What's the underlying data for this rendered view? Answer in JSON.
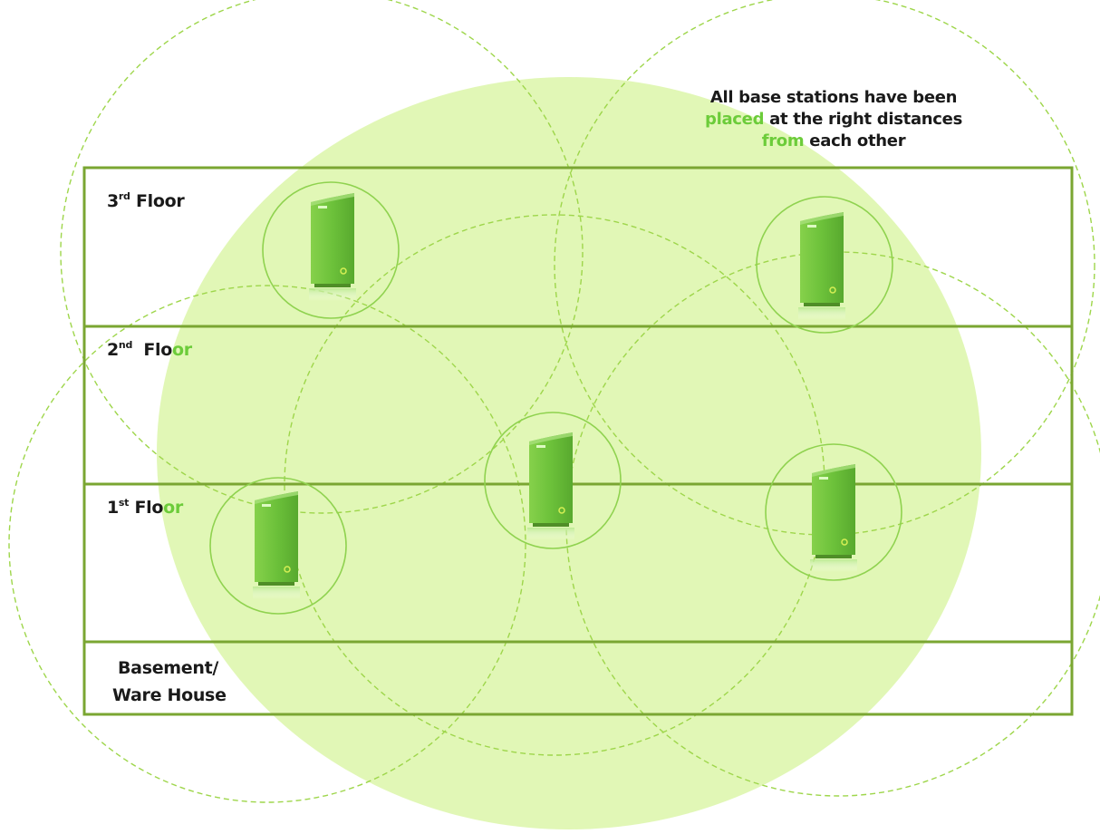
{
  "floors": [
    {
      "ord": "3",
      "sup": "rd",
      "word": "Floor"
    },
    {
      "ord": "2",
      "sup": "nd",
      "word_a": "Flo",
      "word_b": "or"
    },
    {
      "ord": "1",
      "sup": "st",
      "word_a": "Flo",
      "word_b": "or"
    }
  ],
  "basement": {
    "line1": "Basement/",
    "line2": "Ware House"
  },
  "note": {
    "line1": "All base stations have been",
    "line2_green": "placed",
    "line2_rest": " at the right distances",
    "line3_green": "from",
    "line3_rest": " each other"
  },
  "colors": {
    "coverage_fill": "#c9f07a",
    "building_border": "#7aa632",
    "dashed_circle": "#9ed64b",
    "station_green": "#6cc13a",
    "highlight_text": "#6ccc3a"
  },
  "base_station_count": 5,
  "icons": [
    "base-station-icon"
  ]
}
